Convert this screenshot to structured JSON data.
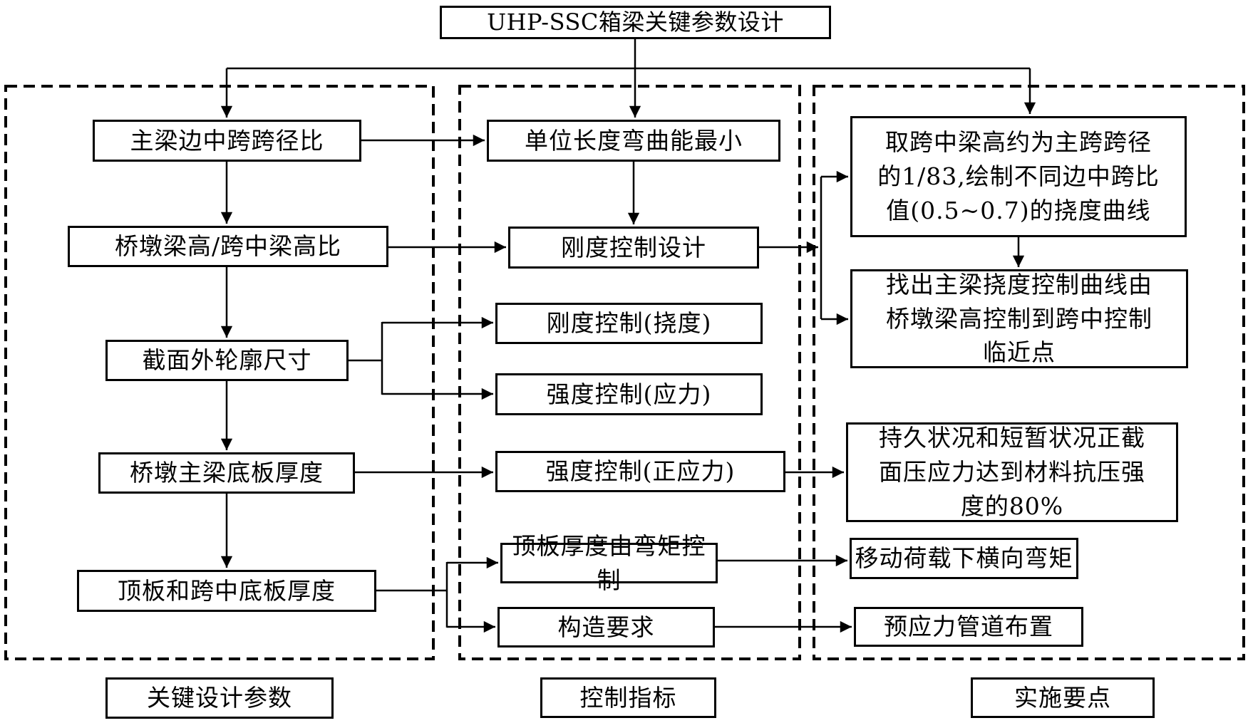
{
  "title": "UHP-SSC箱梁关键参数设计",
  "col1": {
    "label": "关键设计参数",
    "b1": "主梁边中跨跨径比",
    "b2": "桥墩梁高/跨中梁高比",
    "b3": "截面外轮廓尺寸",
    "b4": "桥墩主梁底板厚度",
    "b5": "顶板和跨中底板厚度"
  },
  "col2": {
    "label": "控制指标",
    "b1": "单位长度弯曲能最小",
    "b2": "刚度控制设计",
    "b3": "刚度控制(挠度)",
    "b4": "强度控制(应力)",
    "b5": "强度控制(正应力)",
    "b6": "顶板厚度由弯矩控制",
    "b7": "构造要求"
  },
  "col3": {
    "label": "实施要点",
    "b1": "取跨中梁高约为主跨跨径\n的1/83,绘制不同边中跨比\n值(0.5~0.7)的挠度曲线",
    "b2": "找出主梁挠度控制曲线由\n桥墩梁高控制到跨中控制\n临近点",
    "b3": "持久状况和短暂状况正截\n面压应力达到材料抗压强\n度的80%",
    "b4": "移动荷载下横向弯矩",
    "b5": "预应力管道布置"
  },
  "line_color": "#000000"
}
